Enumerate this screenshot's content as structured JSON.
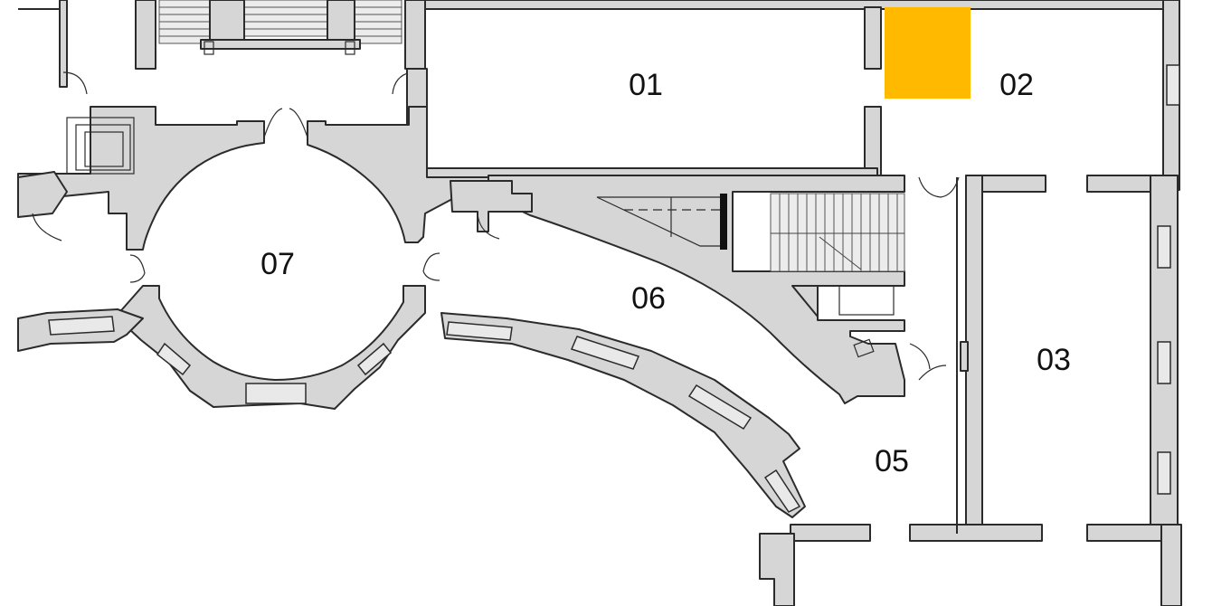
{
  "map": {
    "rooms": [
      {
        "id": "room-01",
        "label": "01"
      },
      {
        "id": "room-02",
        "label": "02"
      },
      {
        "id": "room-03",
        "label": "03"
      },
      {
        "id": "room-05",
        "label": "05"
      },
      {
        "id": "room-06",
        "label": "06"
      },
      {
        "id": "room-07",
        "label": "07"
      }
    ],
    "highlight": {
      "room": "02",
      "color": "#FFBA00"
    },
    "colors": {
      "wall_fill": "#d6d6d6",
      "wall_stroke": "#2b2b2b",
      "background": "#ffffff"
    }
  }
}
